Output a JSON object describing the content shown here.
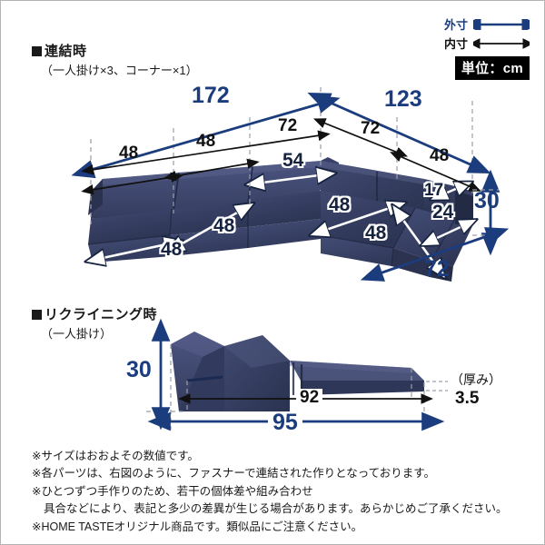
{
  "legend": {
    "outer_label": "外寸",
    "inner_label": "内寸",
    "unit_label": "単位：cm",
    "outer_color": "#1b3c7d",
    "inner_color": "#111111"
  },
  "sections": [
    {
      "id": "connected",
      "heading": "連結時",
      "subheading": "（一人掛け×3、コーナー×1）"
    },
    {
      "id": "reclining",
      "heading": "リクライニング時",
      "subheading": "（一人掛け）"
    }
  ],
  "connected_dimensions": {
    "outer_width_left": "172",
    "outer_width_right": "123",
    "inner_seat_1": "48",
    "inner_seat_2": "48",
    "inner_corner_left": "72",
    "inner_corner_right": "72",
    "inner_seat_3": "48",
    "corner_back_width": "54",
    "cushion_depth_1": "48",
    "cushion_depth_2": "48",
    "cushion_depth_3": "48",
    "cushion_depth_4": "48",
    "back_thickness": "17",
    "seat_height_inner": "24",
    "outer_height": "30",
    "outer_depth": "72"
  },
  "reclining_dimensions": {
    "outer_height": "30",
    "inner_length": "92",
    "outer_length": "95",
    "thickness_label": "（厚み）",
    "thickness_value": "3.5"
  },
  "notes": [
    "※サイズはおおよその数値です。",
    "※各パーツは、右図のように、ファスナーで連結された作りとなっております。",
    "※ひとつずつ手作りのため、若干の個体差や組み合わせ",
    "具合などにより、表記と多少の差異が生じる場合があります。あらかじめご了承ください。",
    "※HOME TASTEオリジナル商品です。類似品にご注意ください。"
  ],
  "colors": {
    "fabric_light": "#49527a",
    "fabric_mid": "#3a4368",
    "fabric_dark": "#2b3350",
    "fabric_deep": "#222a44",
    "accent_blue": "#1b3c7d",
    "line_black": "#111111"
  }
}
